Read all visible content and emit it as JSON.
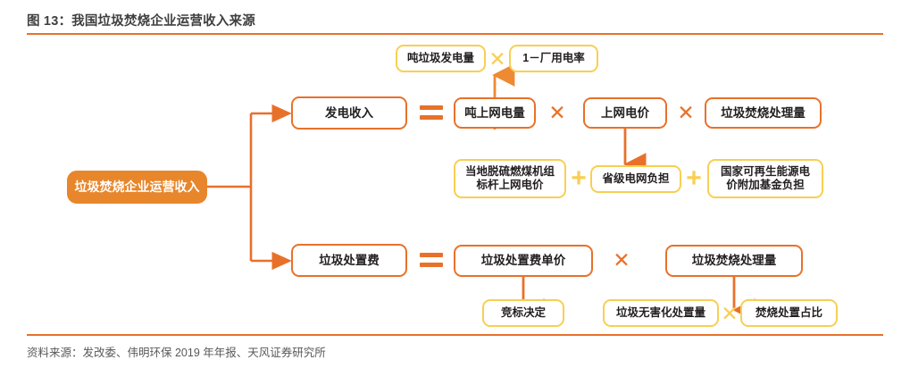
{
  "figure": {
    "title": "图 13：我国垃圾焚烧企业运营收入来源",
    "source": "资料来源：发改委、伟明环保 2019 年年报、天风证券研究所",
    "accent_orange": "#e8712a",
    "accent_orange_fill": "#e8862b",
    "accent_yellow": "#f8cf53",
    "text_dark": "#231f20"
  },
  "nodes": {
    "root": "垃圾焚烧企业运营收入",
    "power_revenue": "发电收入",
    "ton_grid_power": "吨上网电量",
    "ton_waste_power": "吨垃圾发电量",
    "one_minus_plant_rate": "1－厂用电率",
    "grid_price": "上网电价",
    "incineration_volume_top": "垃圾焚烧处理量",
    "local_coal_benchmark": "当地脱硫燃煤机组\n标杆上网电价",
    "provincial_grid_burden": "省级电网负担",
    "national_renewable_fund": "国家可再生能源电\n价附加基金负担",
    "disposal_fee": "垃圾处置费",
    "disposal_unit_price": "垃圾处置费单价",
    "incineration_volume_bottom": "垃圾焚烧处理量",
    "bidding_decision": "竞标决定",
    "harmless_disposal_volume": "垃圾无害化处置量",
    "incineration_share": "焚烧处置占比"
  },
  "operators": {
    "equals": "=",
    "times": "✕",
    "plus": "+"
  }
}
